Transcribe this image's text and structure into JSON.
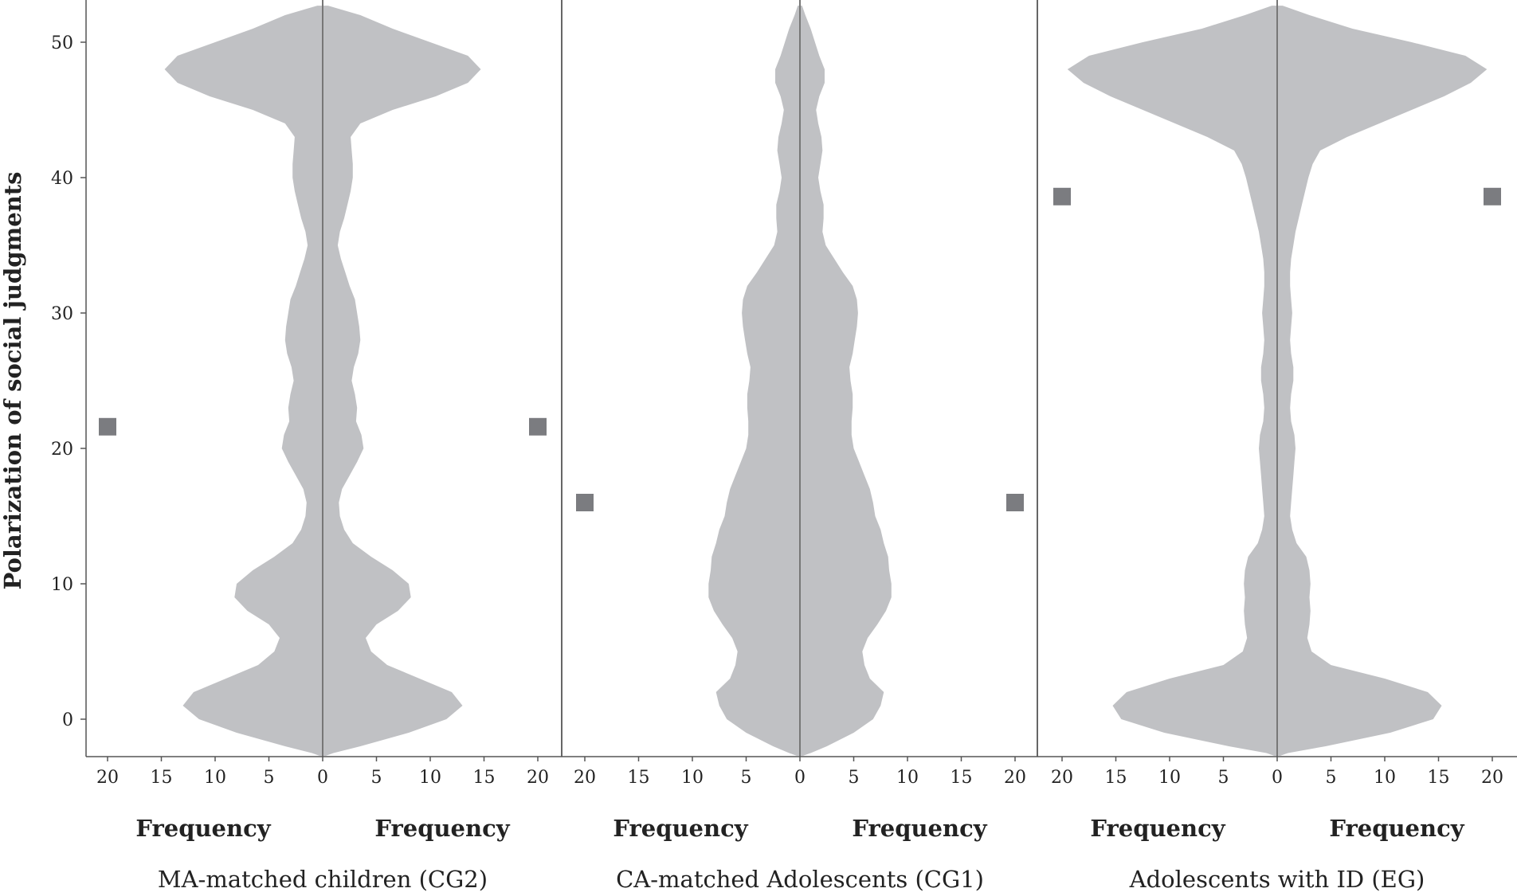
{
  "chart_data": {
    "type": "violin",
    "ylabel": "Polarization of social judgments",
    "yticks": [
      0,
      10,
      20,
      30,
      40,
      50
    ],
    "ylim": [
      -2.7,
      52.7
    ],
    "xticks": [
      20,
      15,
      10,
      5,
      0,
      5,
      10,
      15,
      20
    ],
    "xlim": [
      -20,
      20
    ],
    "frequency_label": "Frequency",
    "colors": {
      "violin": "#c0c1c4",
      "median_marker": "#7b7c80",
      "axis": "#555555",
      "center_line": "#777777"
    },
    "panels": [
      {
        "name": "MA-matched children (CG2)",
        "median": 21.6,
        "density": [
          [
            -2.7,
            0.3
          ],
          [
            -2.5,
            1.0
          ],
          [
            -2.0,
            3.5
          ],
          [
            -1.0,
            8.0
          ],
          [
            0,
            11.5
          ],
          [
            1.0,
            13.0
          ],
          [
            2.0,
            12.0
          ],
          [
            3.0,
            9.0
          ],
          [
            4.0,
            6.0
          ],
          [
            5.0,
            4.5
          ],
          [
            6.0,
            4.0
          ],
          [
            7.0,
            5.0
          ],
          [
            8.0,
            7.0
          ],
          [
            9.0,
            8.2
          ],
          [
            10.0,
            8.0
          ],
          [
            11.0,
            6.5
          ],
          [
            12.0,
            4.5
          ],
          [
            13.0,
            2.8
          ],
          [
            14.0,
            2.0
          ],
          [
            15.0,
            1.6
          ],
          [
            16.0,
            1.5
          ],
          [
            17.0,
            1.8
          ],
          [
            18.0,
            2.5
          ],
          [
            19.0,
            3.2
          ],
          [
            20.0,
            3.8
          ],
          [
            21.0,
            3.6
          ],
          [
            22.0,
            3.1
          ],
          [
            23.0,
            3.2
          ],
          [
            24.0,
            3.0
          ],
          [
            25.0,
            2.7
          ],
          [
            26.0,
            2.9
          ],
          [
            27.0,
            3.3
          ],
          [
            28.0,
            3.5
          ],
          [
            29.0,
            3.4
          ],
          [
            30.0,
            3.2
          ],
          [
            31.0,
            3.0
          ],
          [
            32.0,
            2.5
          ],
          [
            33.0,
            2.1
          ],
          [
            34.0,
            1.7
          ],
          [
            35.0,
            1.4
          ],
          [
            36.0,
            1.6
          ],
          [
            37.0,
            2.0
          ],
          [
            38.0,
            2.3
          ],
          [
            39.0,
            2.6
          ],
          [
            40.0,
            2.8
          ],
          [
            41.0,
            2.8
          ],
          [
            42.0,
            2.7
          ],
          [
            43.0,
            2.6
          ],
          [
            44.0,
            3.5
          ],
          [
            45.0,
            6.5
          ],
          [
            46.0,
            10.5
          ],
          [
            47.0,
            13.5
          ],
          [
            48.0,
            14.7
          ],
          [
            49.0,
            13.5
          ],
          [
            50.0,
            10.0
          ],
          [
            51.0,
            6.5
          ],
          [
            52.0,
            3.5
          ],
          [
            52.7,
            0.5
          ]
        ]
      },
      {
        "name": "CA-matched Adolescents (CG1)",
        "median": 16.0,
        "density": [
          [
            -2.7,
            0.3
          ],
          [
            -2.5,
            1.0
          ],
          [
            -2.0,
            2.5
          ],
          [
            -1.0,
            5.0
          ],
          [
            0,
            6.8
          ],
          [
            1.0,
            7.5
          ],
          [
            2.0,
            7.8
          ],
          [
            3.0,
            6.5
          ],
          [
            4.0,
            6.0
          ],
          [
            5.0,
            5.8
          ],
          [
            6.0,
            6.3
          ],
          [
            7.0,
            7.2
          ],
          [
            8.0,
            8.0
          ],
          [
            9.0,
            8.5
          ],
          [
            10.0,
            8.5
          ],
          [
            11.0,
            8.3
          ],
          [
            12.0,
            8.2
          ],
          [
            13.0,
            7.8
          ],
          [
            14.0,
            7.5
          ],
          [
            15.0,
            7.0
          ],
          [
            16.0,
            6.8
          ],
          [
            17.0,
            6.5
          ],
          [
            18.0,
            6.0
          ],
          [
            19.0,
            5.5
          ],
          [
            20.0,
            5.0
          ],
          [
            21.0,
            4.8
          ],
          [
            22.0,
            4.8
          ],
          [
            23.0,
            4.9
          ],
          [
            24.0,
            4.9
          ],
          [
            25.0,
            4.7
          ],
          [
            26.0,
            4.6
          ],
          [
            27.0,
            4.9
          ],
          [
            28.0,
            5.1
          ],
          [
            29.0,
            5.3
          ],
          [
            30.0,
            5.4
          ],
          [
            31.0,
            5.3
          ],
          [
            32.0,
            4.9
          ],
          [
            33.0,
            4.0
          ],
          [
            34.0,
            3.2
          ],
          [
            35.0,
            2.4
          ],
          [
            36.0,
            2.1
          ],
          [
            37.0,
            2.2
          ],
          [
            38.0,
            2.2
          ],
          [
            39.0,
            1.9
          ],
          [
            40.0,
            1.7
          ],
          [
            41.0,
            1.9
          ],
          [
            42.0,
            2.1
          ],
          [
            43.0,
            2.0
          ],
          [
            44.0,
            1.7
          ],
          [
            45.0,
            1.5
          ],
          [
            46.0,
            1.8
          ],
          [
            47.0,
            2.3
          ],
          [
            48.0,
            2.3
          ],
          [
            49.0,
            1.8
          ],
          [
            50.0,
            1.4
          ],
          [
            51.0,
            1.0
          ],
          [
            52.0,
            0.5
          ],
          [
            52.7,
            0.2
          ]
        ]
      },
      {
        "name": "Adolescents with ID (EG)",
        "median": 38.6,
        "density": [
          [
            -2.7,
            0.3
          ],
          [
            -2.5,
            1.0
          ],
          [
            -2.0,
            4.5
          ],
          [
            -1.0,
            10.5
          ],
          [
            0,
            14.5
          ],
          [
            1.0,
            15.3
          ],
          [
            2.0,
            14.0
          ],
          [
            3.0,
            10.0
          ],
          [
            4.0,
            5.0
          ],
          [
            5.0,
            3.2
          ],
          [
            6.0,
            2.8
          ],
          [
            7.0,
            3.0
          ],
          [
            8.0,
            3.1
          ],
          [
            9.0,
            3.0
          ],
          [
            10.0,
            3.1
          ],
          [
            11.0,
            3.0
          ],
          [
            12.0,
            2.7
          ],
          [
            13.0,
            1.8
          ],
          [
            14.0,
            1.4
          ],
          [
            15.0,
            1.2
          ],
          [
            16.0,
            1.3
          ],
          [
            17.0,
            1.4
          ],
          [
            18.0,
            1.5
          ],
          [
            19.0,
            1.6
          ],
          [
            20.0,
            1.7
          ],
          [
            21.0,
            1.6
          ],
          [
            22.0,
            1.3
          ],
          [
            23.0,
            1.2
          ],
          [
            24.0,
            1.3
          ],
          [
            25.0,
            1.5
          ],
          [
            26.0,
            1.5
          ],
          [
            27.0,
            1.3
          ],
          [
            28.0,
            1.2
          ],
          [
            29.0,
            1.3
          ],
          [
            30.0,
            1.4
          ],
          [
            31.0,
            1.3
          ],
          [
            32.0,
            1.2
          ],
          [
            33.0,
            1.2
          ],
          [
            34.0,
            1.3
          ],
          [
            35.0,
            1.5
          ],
          [
            36.0,
            1.7
          ],
          [
            37.0,
            2.0
          ],
          [
            38.0,
            2.3
          ],
          [
            39.0,
            2.6
          ],
          [
            40.0,
            2.9
          ],
          [
            41.0,
            3.3
          ],
          [
            42.0,
            4.0
          ],
          [
            43.0,
            6.5
          ],
          [
            44.0,
            9.5
          ],
          [
            45.0,
            12.5
          ],
          [
            46.0,
            15.5
          ],
          [
            47.0,
            18.0
          ],
          [
            48.0,
            19.5
          ],
          [
            49.0,
            17.5
          ],
          [
            50.0,
            12.5
          ],
          [
            51.0,
            7.0
          ],
          [
            52.0,
            3.0
          ],
          [
            52.7,
            0.5
          ]
        ]
      }
    ]
  }
}
